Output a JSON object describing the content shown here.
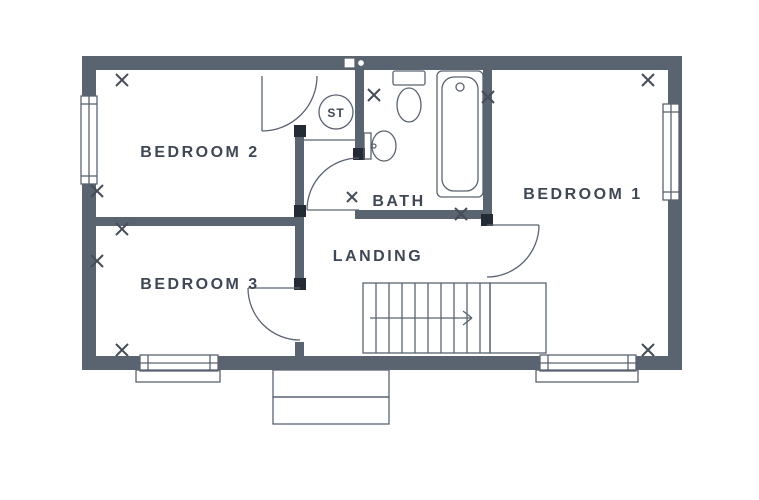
{
  "plan": {
    "rooms": {
      "bedroom1": "BEDROOM 1",
      "bedroom2": "BEDROOM 2",
      "bedroom3": "BEDROOM 3",
      "bath": "BATH",
      "landing": "LANDING",
      "storage": "ST"
    },
    "features": [
      "stairs-with-direction-arrow",
      "bathtub-icon",
      "toilet-icon",
      "basin-icon",
      "storage-cupboard-circle",
      "door-swing-arcs",
      "window-openings",
      "dimension-cross-markers"
    ],
    "colors": {
      "wall": "#5a6370",
      "line": "#5a6370",
      "text": "#3e4753",
      "cap": "#252b35",
      "background": "#ffffff"
    }
  }
}
